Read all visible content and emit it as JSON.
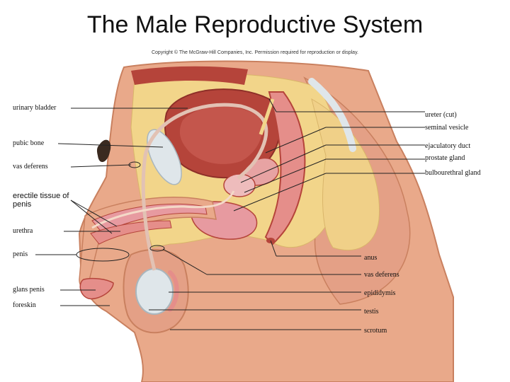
{
  "title": "The Male Reproductive System",
  "copyright": "Copyright © The McGraw-Hill Companies, Inc. Permission required for reproduction or display.",
  "labels": {
    "urinary_bladder": "urinary bladder",
    "pubic_bone": "pubic bone",
    "vas_deferens_left": "vas deferens",
    "erectile_tissue": "erectile tissue of penis",
    "urethra": "urethra",
    "penis": "penis",
    "glans_penis": "glans penis",
    "foreskin": "foreskin",
    "ureter": "ureter (cut)",
    "seminal_vesicle": "seminal vesicle",
    "ejaculatory_duct": "ejaculatory duct",
    "prostate_gland": "prostate gland",
    "bulbourethral_gland": "bulbourethral gland",
    "anus": "anus",
    "vas_deferens_right": "vas deferens",
    "epididymis": "epididymis",
    "testis": "testis",
    "scrotum": "scrotum"
  },
  "colors": {
    "skin": "#e9a98a",
    "skin_dark": "#c9805f",
    "fat": "#f2d58a",
    "muscle": "#b5443a",
    "bone": "#dfe6ea",
    "organ_pink": "#e79aa0",
    "tissue_pale": "#f4d9c8",
    "leader_line": "#222222"
  }
}
